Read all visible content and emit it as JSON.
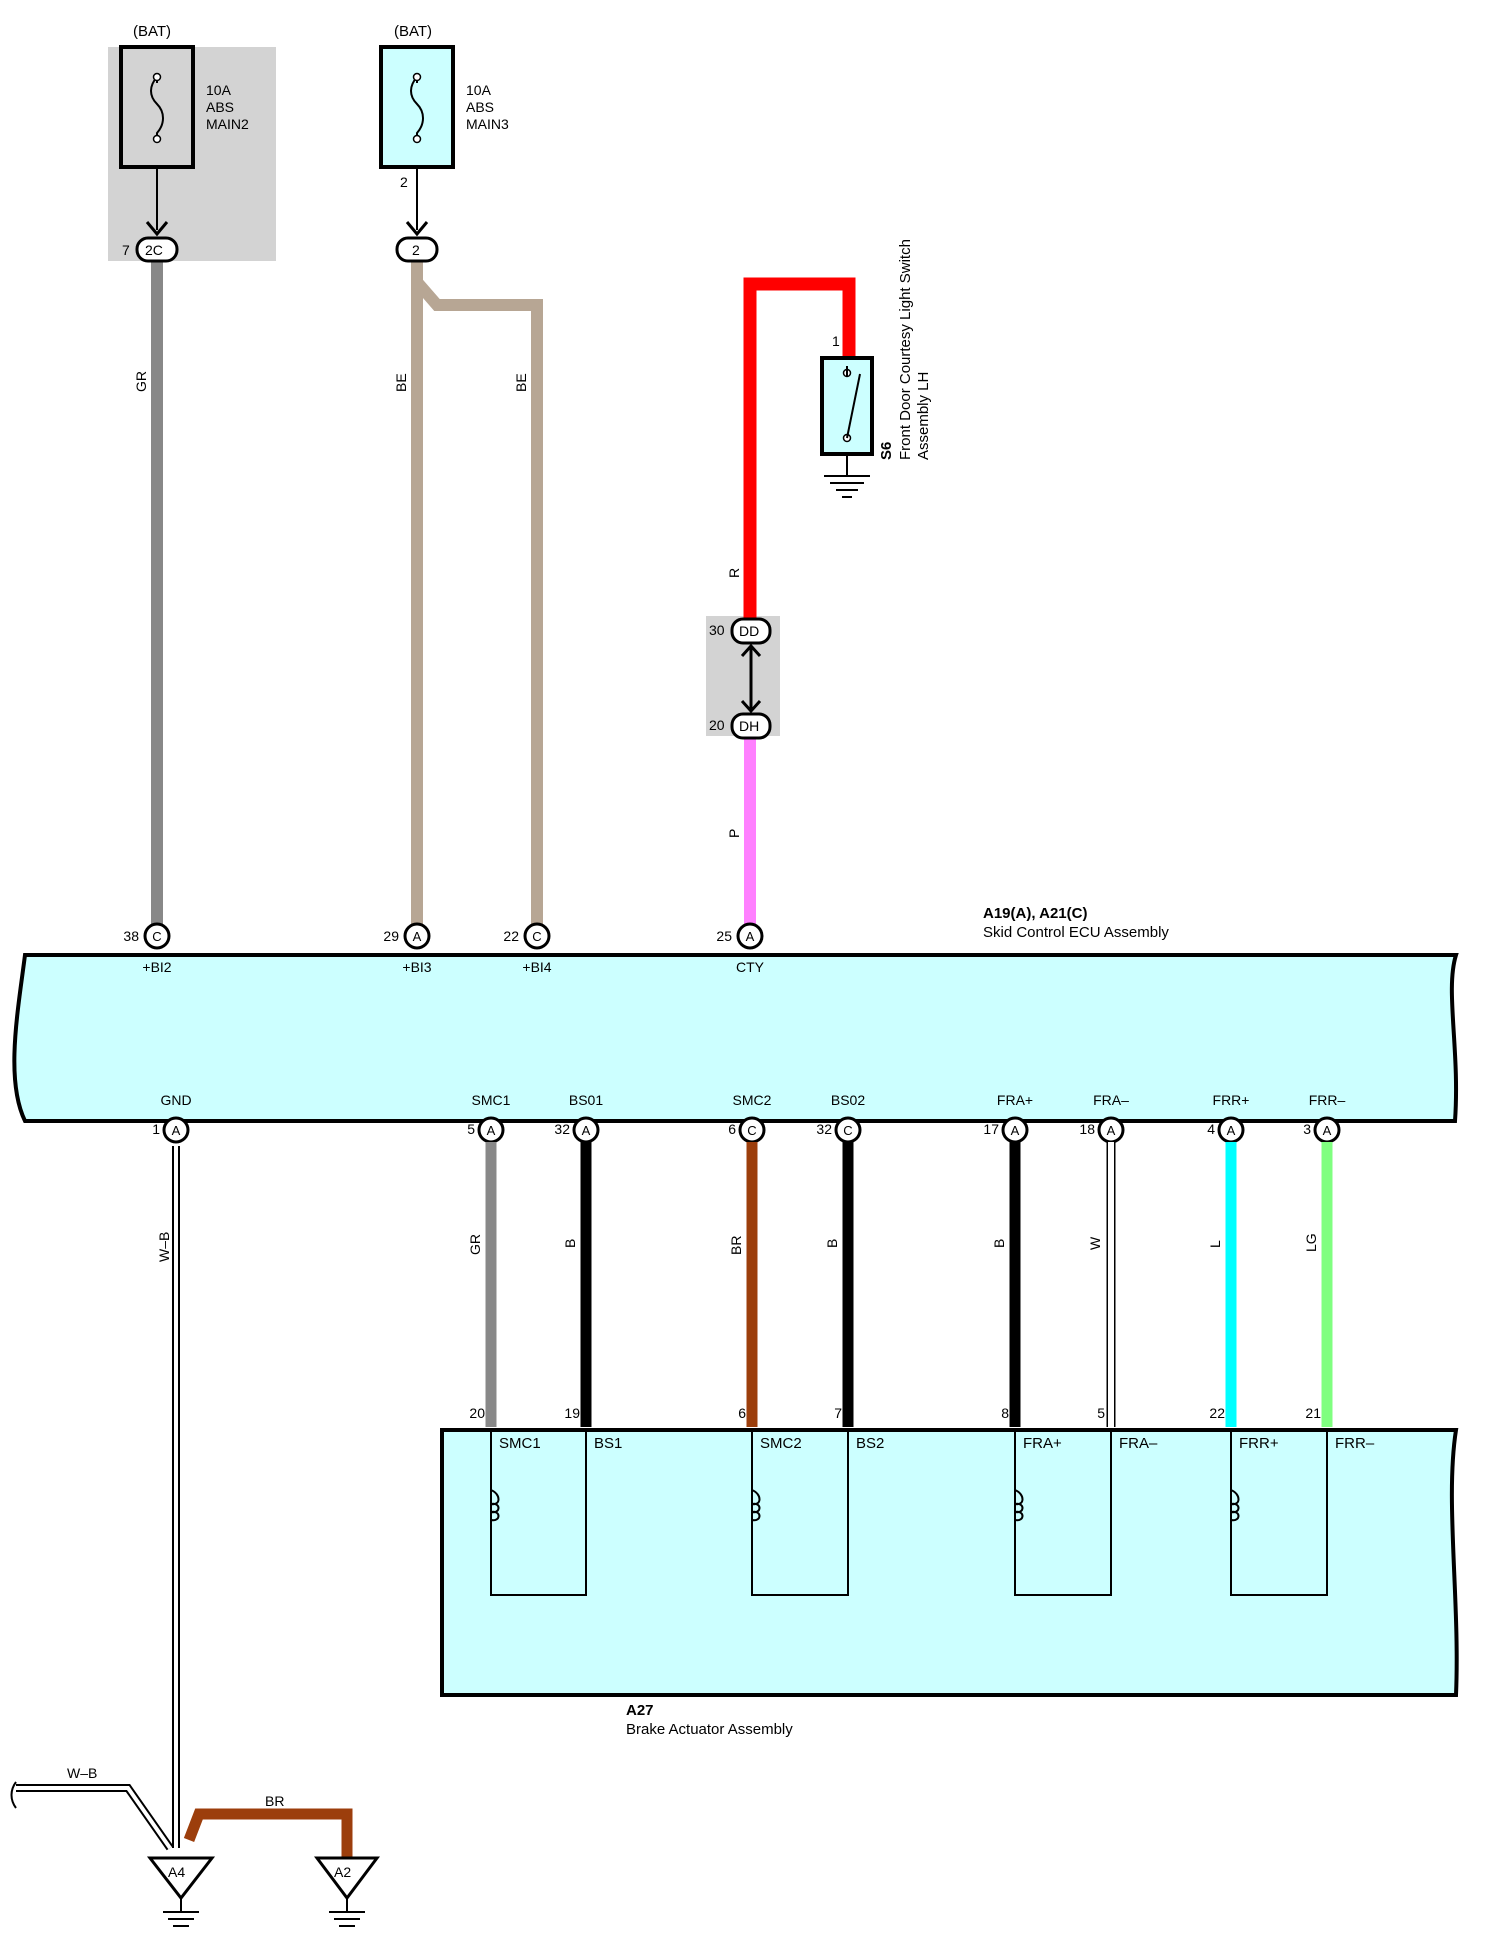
{
  "fuses": [
    {
      "bat": "(BAT)",
      "rating": "10A",
      "name1": "ABS",
      "name2": "MAIN2"
    },
    {
      "bat": "(BAT)",
      "rating": "10A",
      "name1": "ABS",
      "name2": "MAIN3",
      "pin": "2"
    }
  ],
  "junctions": {
    "j2c": {
      "pin": "7",
      "label": "2C"
    },
    "j2": {
      "label": "2"
    },
    "jdd": {
      "pin": "30",
      "label": "DD"
    },
    "jdh": {
      "pin": "20",
      "label": "DH"
    }
  },
  "switch": {
    "id": "S6",
    "name1": "Front Door Courtesy Light Switch",
    "name2": "Assembly LH",
    "pin": "1"
  },
  "wires": {
    "gr_top": "GR",
    "be1": "BE",
    "be2": "BE",
    "r": "R",
    "p": "P",
    "wb": "W–B",
    "gr2": "GR",
    "b1": "B",
    "br": "BR",
    "b2": "B",
    "b3": "B",
    "w": "W",
    "l": "L",
    "lg": "LG",
    "wb2": "W–B",
    "br2": "BR"
  },
  "colors": {
    "gray": "#888888",
    "beige": "#b7a694",
    "red": "#ff0000",
    "pink": "#ff80ff",
    "brown": "#9c3e0c",
    "black": "#000000",
    "cyan": "#00ffff",
    "lightgreen": "#80ff80",
    "module": "#ccffff",
    "shade": "#d3d3d3"
  },
  "ecu": {
    "id": "A19(A), A21(C)",
    "name": "Skid Control ECU Assembly",
    "top_pins": [
      {
        "num": "38",
        "conn": "C",
        "label": "+BI2"
      },
      {
        "num": "29",
        "conn": "A",
        "label": "+BI3"
      },
      {
        "num": "22",
        "conn": "C",
        "label": "+BI4"
      },
      {
        "num": "25",
        "conn": "A",
        "label": "CTY"
      }
    ],
    "bottom_pins": [
      {
        "num": "1",
        "conn": "A",
        "label": "GND"
      },
      {
        "num": "5",
        "conn": "A",
        "label": "SMC1"
      },
      {
        "num": "32",
        "conn": "A",
        "label": "BS01"
      },
      {
        "num": "6",
        "conn": "C",
        "label": "SMC2"
      },
      {
        "num": "32",
        "conn": "C",
        "label": "BS02"
      },
      {
        "num": "17",
        "conn": "A",
        "label": "FRA+"
      },
      {
        "num": "18",
        "conn": "A",
        "label": "FRA–"
      },
      {
        "num": "4",
        "conn": "A",
        "label": "FRR+"
      },
      {
        "num": "3",
        "conn": "A",
        "label": "FRR–"
      }
    ]
  },
  "actuator": {
    "id": "A27",
    "name": "Brake Actuator Assembly",
    "pins": [
      "20",
      "19",
      "6",
      "7",
      "8",
      "5",
      "22",
      "21"
    ],
    "labels": [
      "SMC1",
      "BS1",
      "SMC2",
      "BS2",
      "FRA+",
      "FRA–",
      "FRR+",
      "FRR–"
    ]
  },
  "grounds": [
    "A4",
    "A2"
  ]
}
